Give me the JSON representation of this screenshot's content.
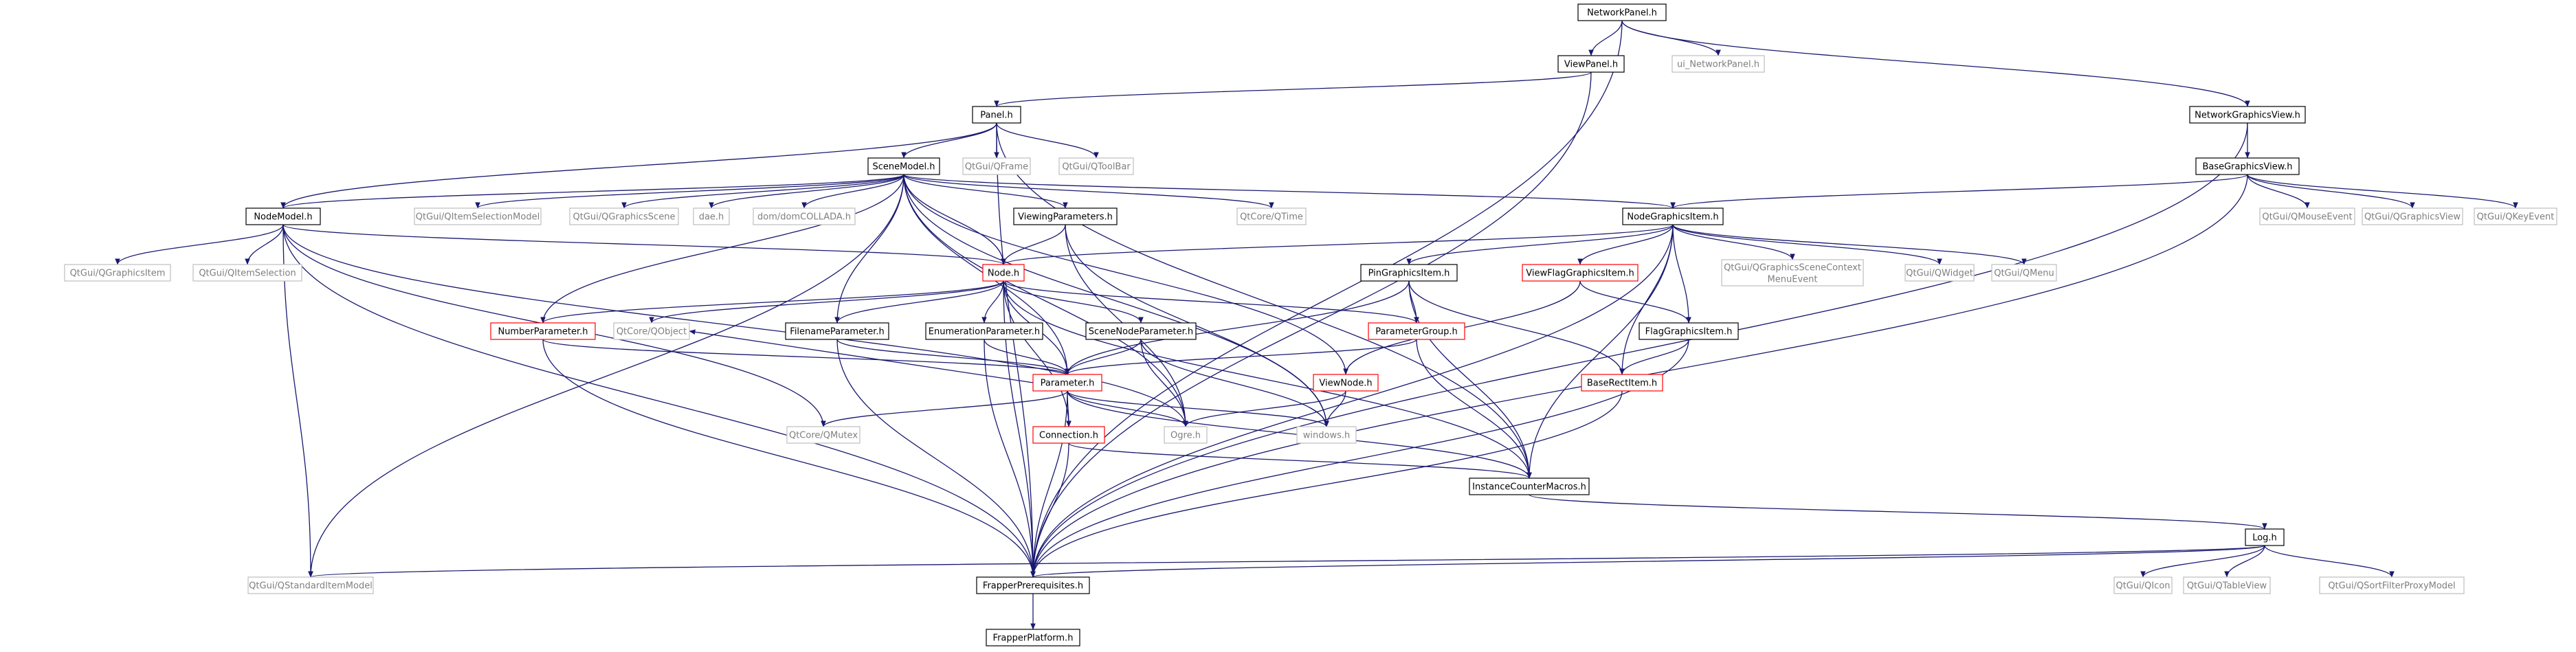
{
  "colors": {
    "edge": "#191970",
    "text_documented": "#000000",
    "text_external": "#7f7f7f",
    "border_documented": "#000000",
    "border_external": "#bfbfbf",
    "border_truncated": "#ff0000",
    "fill_root": "#bfbfbf"
  },
  "nodes": [
    {
      "id": "NetworkPanel_h",
      "label": "NetworkPanel.h",
      "kind": "root"
    },
    {
      "id": "ViewPanel_h",
      "label": "ViewPanel.h",
      "kind": "documented"
    },
    {
      "id": "ui_NetworkPanel_h",
      "label": "ui_NetworkPanel.h",
      "kind": "external"
    },
    {
      "id": "Panel_h",
      "label": "Panel.h",
      "kind": "documented"
    },
    {
      "id": "NetworkGraphicsView_h",
      "label": "NetworkGraphicsView.h",
      "kind": "documented"
    },
    {
      "id": "SceneModel_h",
      "label": "SceneModel.h",
      "kind": "documented"
    },
    {
      "id": "QFrame",
      "label": "QtGui/QFrame",
      "kind": "external"
    },
    {
      "id": "QToolBar",
      "label": "QtGui/QToolBar",
      "kind": "external"
    },
    {
      "id": "BaseGraphicsView_h",
      "label": "BaseGraphicsView.h",
      "kind": "documented"
    },
    {
      "id": "NodeModel_h",
      "label": "NodeModel.h",
      "kind": "documented"
    },
    {
      "id": "QItemSelectionModel",
      "label": "QtGui/QItemSelectionModel",
      "kind": "external"
    },
    {
      "id": "QGraphicsScene",
      "label": "QtGui/QGraphicsScene",
      "kind": "external"
    },
    {
      "id": "dae_h",
      "label": "dae.h",
      "kind": "external"
    },
    {
      "id": "domCOLLADA_h",
      "label": "dom/domCOLLADA.h",
      "kind": "external"
    },
    {
      "id": "ViewingParameters_h",
      "label": "ViewingParameters.h",
      "kind": "documented"
    },
    {
      "id": "QTime",
      "label": "QtCore/QTime",
      "kind": "external"
    },
    {
      "id": "NodeGraphicsItem_h",
      "label": "NodeGraphicsItem.h",
      "kind": "documented"
    },
    {
      "id": "QMouseEvent",
      "label": "QtGui/QMouseEvent",
      "kind": "external"
    },
    {
      "id": "QGraphicsView",
      "label": "QtGui/QGraphicsView",
      "kind": "external"
    },
    {
      "id": "QKeyEvent",
      "label": "QtGui/QKeyEvent",
      "kind": "external"
    },
    {
      "id": "QGraphicsItem",
      "label": "QtGui/QGraphicsItem",
      "kind": "external"
    },
    {
      "id": "QItemSelection",
      "label": "QtGui/QItemSelection",
      "kind": "external"
    },
    {
      "id": "Node_h",
      "label": "Node.h",
      "kind": "truncated"
    },
    {
      "id": "PinGraphicsItem_h",
      "label": "PinGraphicsItem.h",
      "kind": "documented"
    },
    {
      "id": "ViewFlagGraphicsItem_h",
      "label": "ViewFlagGraphicsItem.h",
      "kind": "truncated"
    },
    {
      "id": "QGraphicsSceneContextMenuEvent",
      "label": [
        "QtGui/QGraphicsSceneContext",
        "MenuEvent"
      ],
      "kind": "external"
    },
    {
      "id": "QWidget",
      "label": "QtGui/QWidget",
      "kind": "external"
    },
    {
      "id": "QMenu",
      "label": "QtGui/QMenu",
      "kind": "external"
    },
    {
      "id": "NumberParameter_h",
      "label": "NumberParameter.h",
      "kind": "truncated"
    },
    {
      "id": "QObject",
      "label": "QtCore/QObject",
      "kind": "external"
    },
    {
      "id": "FilenameParameter_h",
      "label": "FilenameParameter.h",
      "kind": "documented"
    },
    {
      "id": "EnumerationParameter_h",
      "label": "EnumerationParameter.h",
      "kind": "documented"
    },
    {
      "id": "SceneNodeParameter_h",
      "label": "SceneNodeParameter.h",
      "kind": "documented"
    },
    {
      "id": "ParameterGroup_h",
      "label": "ParameterGroup.h",
      "kind": "truncated"
    },
    {
      "id": "FlagGraphicsItem_h",
      "label": "FlagGraphicsItem.h",
      "kind": "documented"
    },
    {
      "id": "Parameter_h",
      "label": "Parameter.h",
      "kind": "truncated"
    },
    {
      "id": "ViewNode_h",
      "label": "ViewNode.h",
      "kind": "truncated"
    },
    {
      "id": "BaseRectItem_h",
      "label": "BaseRectItem.h",
      "kind": "truncated"
    },
    {
      "id": "QMutex",
      "label": "QtCore/QMutex",
      "kind": "external"
    },
    {
      "id": "Connection_h",
      "label": "Connection.h",
      "kind": "truncated"
    },
    {
      "id": "Ogre_h",
      "label": "Ogre.h",
      "kind": "external"
    },
    {
      "id": "windows_h",
      "label": "windows.h",
      "kind": "external"
    },
    {
      "id": "InstanceCounterMacros_h",
      "label": "InstanceCounterMacros.h",
      "kind": "documented"
    },
    {
      "id": "Log_h",
      "label": "Log.h",
      "kind": "documented"
    },
    {
      "id": "QStandardItemModel",
      "label": "QtGui/QStandardItemModel",
      "kind": "external"
    },
    {
      "id": "FrapperPrerequisites_h",
      "label": "FrapperPrerequisites.h",
      "kind": "documented"
    },
    {
      "id": "QIcon",
      "label": "QtGui/QIcon",
      "kind": "external"
    },
    {
      "id": "QTableView",
      "label": "QtGui/QTableView",
      "kind": "external"
    },
    {
      "id": "QSortFilterProxyModel",
      "label": "QtGui/QSortFilterProxyModel",
      "kind": "external"
    },
    {
      "id": "FrapperPlatform_h",
      "label": "FrapperPlatform.h",
      "kind": "documented"
    }
  ],
  "edges": [
    [
      "NetworkPanel_h",
      "ViewPanel_h"
    ],
    [
      "NetworkPanel_h",
      "ui_NetworkPanel_h"
    ],
    [
      "NetworkPanel_h",
      "NetworkGraphicsView_h"
    ],
    [
      "NetworkPanel_h",
      "FrapperPrerequisites_h"
    ],
    [
      "ViewPanel_h",
      "Panel_h"
    ],
    [
      "ViewPanel_h",
      "FrapperPrerequisites_h"
    ],
    [
      "Panel_h",
      "SceneModel_h"
    ],
    [
      "Panel_h",
      "QFrame"
    ],
    [
      "Panel_h",
      "QToolBar"
    ],
    [
      "Panel_h",
      "NodeModel_h"
    ],
    [
      "Panel_h",
      "FrapperPrerequisites_h"
    ],
    [
      "Panel_h",
      "InstanceCounterMacros_h"
    ],
    [
      "NetworkGraphicsView_h",
      "BaseGraphicsView_h"
    ],
    [
      "NetworkGraphicsView_h",
      "FrapperPrerequisites_h"
    ],
    [
      "SceneModel_h",
      "NodeModel_h"
    ],
    [
      "SceneModel_h",
      "QItemSelectionModel"
    ],
    [
      "SceneModel_h",
      "QGraphicsScene"
    ],
    [
      "SceneModel_h",
      "dae_h"
    ],
    [
      "SceneModel_h",
      "domCOLLADA_h"
    ],
    [
      "SceneModel_h",
      "ViewingParameters_h"
    ],
    [
      "SceneModel_h",
      "QTime"
    ],
    [
      "SceneModel_h",
      "NodeGraphicsItem_h"
    ],
    [
      "SceneModel_h",
      "Node_h"
    ],
    [
      "SceneModel_h",
      "NumberParameter_h"
    ],
    [
      "SceneModel_h",
      "FilenameParameter_h"
    ],
    [
      "SceneModel_h",
      "QStandardItemModel"
    ],
    [
      "SceneModel_h",
      "Parameter_h"
    ],
    [
      "SceneModel_h",
      "Ogre_h"
    ],
    [
      "SceneModel_h",
      "windows_h"
    ],
    [
      "SceneModel_h",
      "ViewNode_h"
    ],
    [
      "BaseGraphicsView_h",
      "NodeGraphicsItem_h"
    ],
    [
      "BaseGraphicsView_h",
      "QMouseEvent"
    ],
    [
      "BaseGraphicsView_h",
      "QGraphicsView"
    ],
    [
      "BaseGraphicsView_h",
      "QKeyEvent"
    ],
    [
      "BaseGraphicsView_h",
      "FrapperPrerequisites_h"
    ],
    [
      "NodeModel_h",
      "QGraphicsItem"
    ],
    [
      "NodeModel_h",
      "QItemSelection"
    ],
    [
      "NodeModel_h",
      "Node_h"
    ],
    [
      "NodeModel_h",
      "QStandardItemModel"
    ],
    [
      "NodeModel_h",
      "FrapperPrerequisites_h"
    ],
    [
      "NodeModel_h",
      "QMutex"
    ],
    [
      "NodeModel_h",
      "Ogre_h"
    ],
    [
      "ViewingParameters_h",
      "Node_h"
    ],
    [
      "ViewingParameters_h",
      "Ogre_h"
    ],
    [
      "ViewingParameters_h",
      "windows_h"
    ],
    [
      "NodeGraphicsItem_h",
      "Node_h"
    ],
    [
      "NodeGraphicsItem_h",
      "PinGraphicsItem_h"
    ],
    [
      "NodeGraphicsItem_h",
      "ViewFlagGraphicsItem_h"
    ],
    [
      "NodeGraphicsItem_h",
      "QGraphicsSceneContextMenuEvent"
    ],
    [
      "NodeGraphicsItem_h",
      "QWidget"
    ],
    [
      "NodeGraphicsItem_h",
      "QMenu"
    ],
    [
      "NodeGraphicsItem_h",
      "FlagGraphicsItem_h"
    ],
    [
      "NodeGraphicsItem_h",
      "BaseRectItem_h"
    ],
    [
      "NodeGraphicsItem_h",
      "InstanceCounterMacros_h"
    ],
    [
      "NodeGraphicsItem_h",
      "FrapperPrerequisites_h"
    ],
    [
      "Node_h",
      "NumberParameter_h"
    ],
    [
      "Node_h",
      "QObject"
    ],
    [
      "Node_h",
      "FilenameParameter_h"
    ],
    [
      "Node_h",
      "EnumerationParameter_h"
    ],
    [
      "Node_h",
      "SceneNodeParameter_h"
    ],
    [
      "Node_h",
      "ParameterGroup_h"
    ],
    [
      "Node_h",
      "Parameter_h"
    ],
    [
      "Node_h",
      "Connection_h"
    ],
    [
      "Node_h",
      "InstanceCounterMacros_h"
    ],
    [
      "Node_h",
      "FrapperPrerequisites_h"
    ],
    [
      "PinGraphicsItem_h",
      "ParameterGroup_h"
    ],
    [
      "PinGraphicsItem_h",
      "Parameter_h"
    ],
    [
      "PinGraphicsItem_h",
      "BaseRectItem_h"
    ],
    [
      "PinGraphicsItem_h",
      "InstanceCounterMacros_h"
    ],
    [
      "ViewFlagGraphicsItem_h",
      "FlagGraphicsItem_h"
    ],
    [
      "ViewFlagGraphicsItem_h",
      "ViewNode_h"
    ],
    [
      "NumberParameter_h",
      "Parameter_h"
    ],
    [
      "NumberParameter_h",
      "FrapperPrerequisites_h"
    ],
    [
      "FilenameParameter_h",
      "Parameter_h"
    ],
    [
      "FilenameParameter_h",
      "FrapperPrerequisites_h"
    ],
    [
      "EnumerationParameter_h",
      "Parameter_h"
    ],
    [
      "EnumerationParameter_h",
      "FrapperPrerequisites_h"
    ],
    [
      "SceneNodeParameter_h",
      "Parameter_h"
    ],
    [
      "SceneNodeParameter_h",
      "Ogre_h"
    ],
    [
      "SceneNodeParameter_h",
      "windows_h"
    ],
    [
      "ParameterGroup_h",
      "Parameter_h"
    ],
    [
      "ParameterGroup_h",
      "InstanceCounterMacros_h"
    ],
    [
      "FlagGraphicsItem_h",
      "BaseRectItem_h"
    ],
    [
      "FlagGraphicsItem_h",
      "FrapperPrerequisites_h"
    ],
    [
      "Parameter_h",
      "QObject"
    ],
    [
      "Parameter_h",
      "QMutex"
    ],
    [
      "Parameter_h",
      "Connection_h"
    ],
    [
      "Parameter_h",
      "Ogre_h"
    ],
    [
      "Parameter_h",
      "windows_h"
    ],
    [
      "Parameter_h",
      "InstanceCounterMacros_h"
    ],
    [
      "Parameter_h",
      "FrapperPrerequisites_h"
    ],
    [
      "ViewNode_h",
      "Ogre_h"
    ],
    [
      "ViewNode_h",
      "windows_h"
    ],
    [
      "BaseRectItem_h",
      "FrapperPrerequisites_h"
    ],
    [
      "Connection_h",
      "InstanceCounterMacros_h"
    ],
    [
      "Connection_h",
      "FrapperPrerequisites_h"
    ],
    [
      "InstanceCounterMacros_h",
      "Log_h"
    ],
    [
      "Log_h",
      "QStandardItemModel"
    ],
    [
      "Log_h",
      "FrapperPrerequisites_h"
    ],
    [
      "Log_h",
      "QIcon"
    ],
    [
      "Log_h",
      "QTableView"
    ],
    [
      "Log_h",
      "QSortFilterProxyModel"
    ],
    [
      "FrapperPrerequisites_h",
      "FrapperPlatform_h"
    ]
  ]
}
